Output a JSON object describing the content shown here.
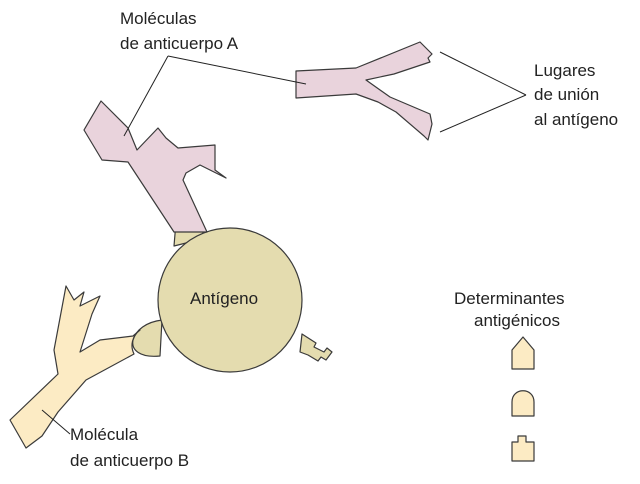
{
  "labels": {
    "antibody_a_line1": "Moléculas",
    "antibody_a_line2": "de anticuerpo A",
    "binding_sites_line1": "Lugares",
    "binding_sites_line2": "de unión",
    "binding_sites_line3": "al antígeno",
    "antigen": "Antígeno",
    "determinants_line1": "Determinantes",
    "determinants_line2": "antigénicos",
    "antibody_b_line1": "Molécula",
    "antibody_b_line2": "de anticuerpo B"
  },
  "colors": {
    "antibody_a": "#e9d3dc",
    "antibody_b": "#fcebc4",
    "antigen": "#e4dcaf",
    "outline": "#3a3a3a"
  },
  "determinant_shapes": [
    "pointed-determinant-icon",
    "rounded-determinant-icon",
    "notched-determinant-icon"
  ]
}
